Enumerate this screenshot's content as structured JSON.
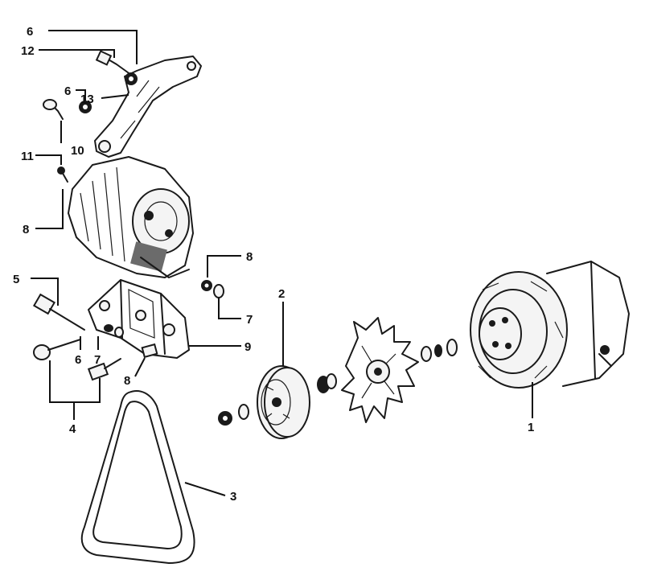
{
  "callouts": [
    {
      "id": "c6a",
      "text": "6"
    },
    {
      "id": "c12",
      "text": "12"
    },
    {
      "id": "c13",
      "text": "13"
    },
    {
      "id": "c6b",
      "text": "6"
    },
    {
      "id": "c10",
      "text": "10"
    },
    {
      "id": "c11",
      "text": "11"
    },
    {
      "id": "c8a",
      "text": "8"
    },
    {
      "id": "c8b",
      "text": "8"
    },
    {
      "id": "c5",
      "text": "5"
    },
    {
      "id": "c7a",
      "text": "7"
    },
    {
      "id": "c6c",
      "text": "6"
    },
    {
      "id": "c7b",
      "text": "7"
    },
    {
      "id": "c9",
      "text": "9"
    },
    {
      "id": "c8c",
      "text": "8"
    },
    {
      "id": "c4",
      "text": "4"
    },
    {
      "id": "c2",
      "text": "2"
    },
    {
      "id": "c3",
      "text": "3"
    },
    {
      "id": "c1",
      "text": "1"
    }
  ],
  "parts": [
    {
      "name": "adjusting-bracket"
    },
    {
      "name": "alternator-installed"
    },
    {
      "name": "mounting-bracket"
    },
    {
      "name": "drive-belt"
    },
    {
      "name": "pulley"
    },
    {
      "name": "fan"
    },
    {
      "name": "alternator-exploded"
    },
    {
      "name": "bolts-nuts-washers"
    }
  ],
  "colors": {
    "ink": "#1a1a1a",
    "paper": "#ffffff"
  }
}
